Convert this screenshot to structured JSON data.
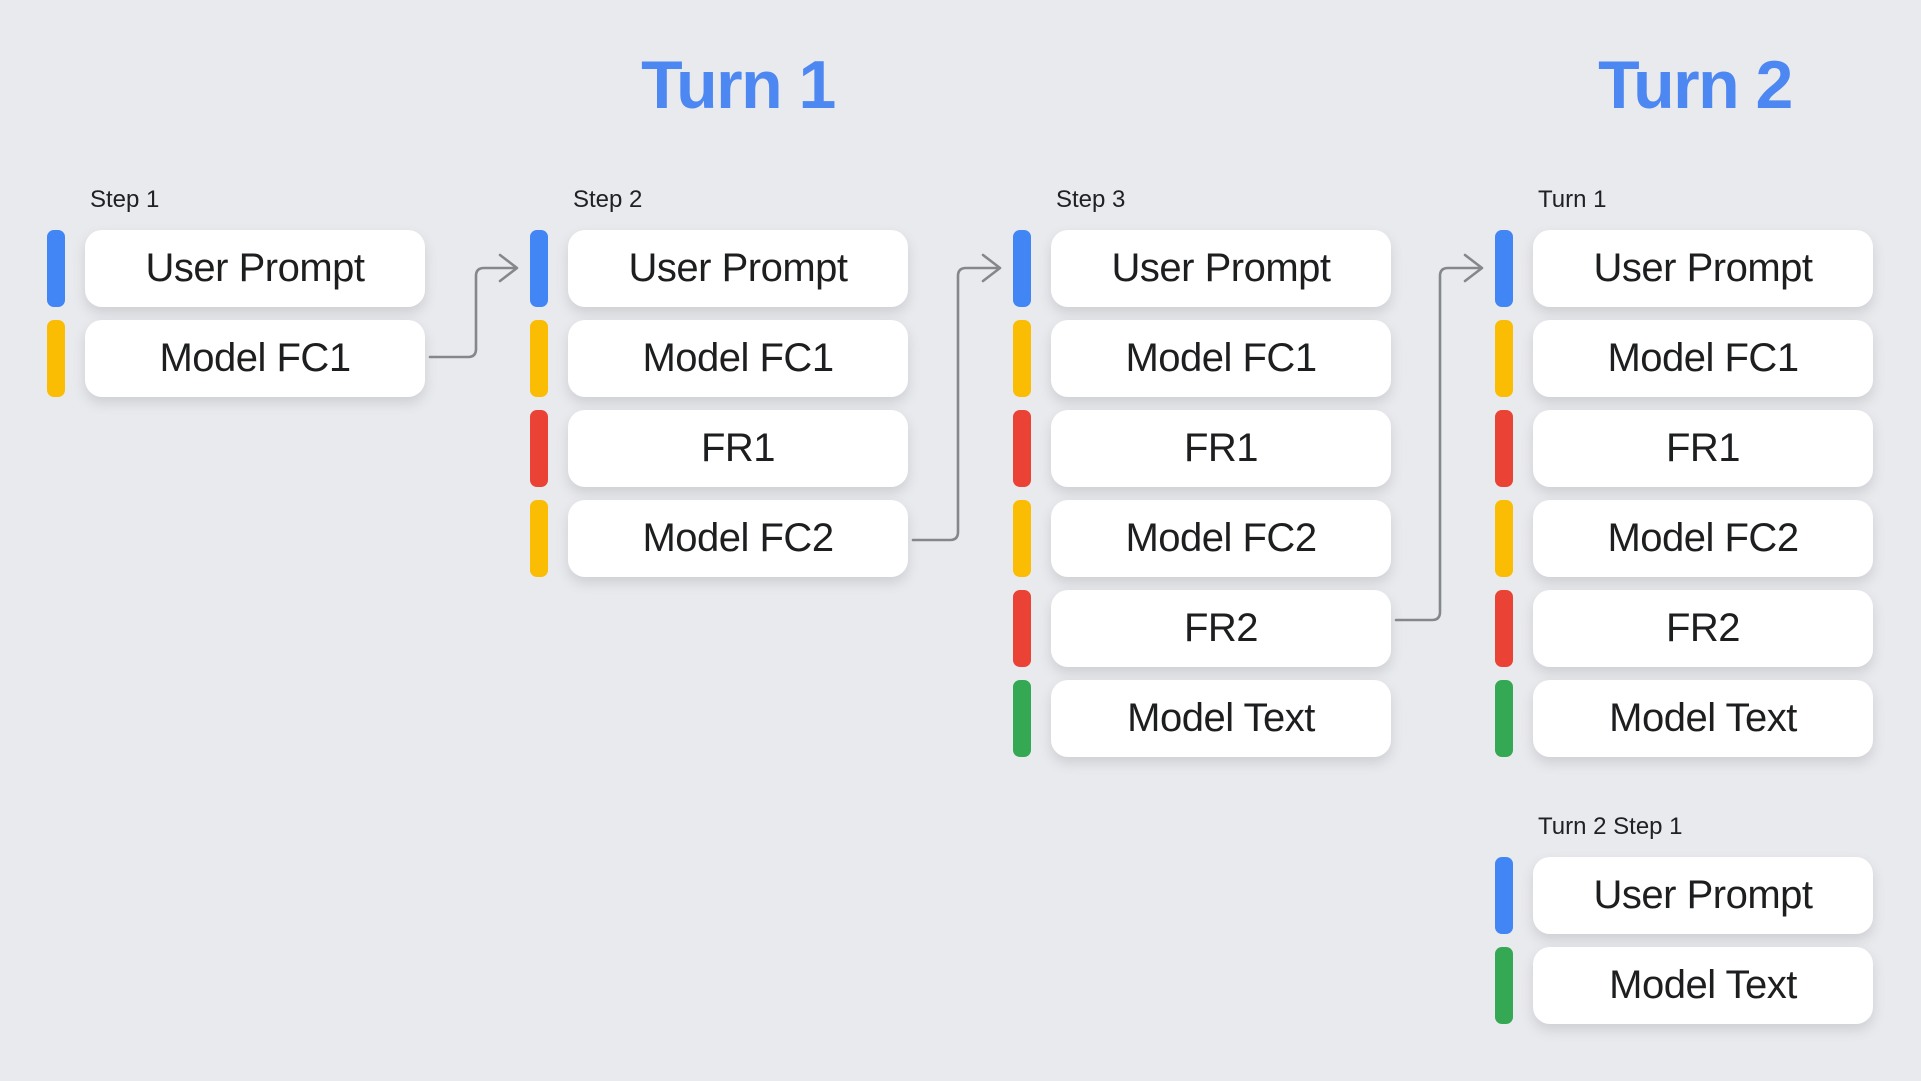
{
  "page": {
    "background": "#e9eaee"
  },
  "titles": {
    "turn1": "Turn 1",
    "turn2": "Turn 2",
    "color": "#4d87f1"
  },
  "legend_colors": {
    "user_prompt": "#4285f4",
    "model_fc": "#fbbc04",
    "function_response": "#ea4335",
    "model_text": "#34a853"
  },
  "arrow_color": "#85888b",
  "columns": [
    {
      "label": "Step 1",
      "blocks": [
        {
          "text": "User Prompt",
          "type": "user_prompt"
        },
        {
          "text": "Model FC1",
          "type": "model_fc"
        }
      ]
    },
    {
      "label": "Step 2",
      "blocks": [
        {
          "text": "User Prompt",
          "type": "user_prompt"
        },
        {
          "text": "Model FC1",
          "type": "model_fc"
        },
        {
          "text": "FR1",
          "type": "function_response"
        },
        {
          "text": "Model FC2",
          "type": "model_fc"
        }
      ]
    },
    {
      "label": "Step 3",
      "blocks": [
        {
          "text": "User Prompt",
          "type": "user_prompt"
        },
        {
          "text": "Model FC1",
          "type": "model_fc"
        },
        {
          "text": "FR1",
          "type": "function_response"
        },
        {
          "text": "Model FC2",
          "type": "model_fc"
        },
        {
          "text": "FR2",
          "type": "function_response"
        },
        {
          "text": "Model Text",
          "type": "model_text"
        }
      ]
    },
    {
      "label": "Turn 1",
      "blocks": [
        {
          "text": "User Prompt",
          "type": "user_prompt"
        },
        {
          "text": "Model FC1",
          "type": "model_fc"
        },
        {
          "text": "FR1",
          "type": "function_response"
        },
        {
          "text": "Model FC2",
          "type": "model_fc"
        },
        {
          "text": "FR2",
          "type": "function_response"
        },
        {
          "text": "Model Text",
          "type": "model_text"
        }
      ]
    },
    {
      "label": "Turn 2 Step 1",
      "blocks": [
        {
          "text": "User Prompt",
          "type": "user_prompt"
        },
        {
          "text": "Model Text",
          "type": "model_text"
        }
      ]
    }
  ]
}
